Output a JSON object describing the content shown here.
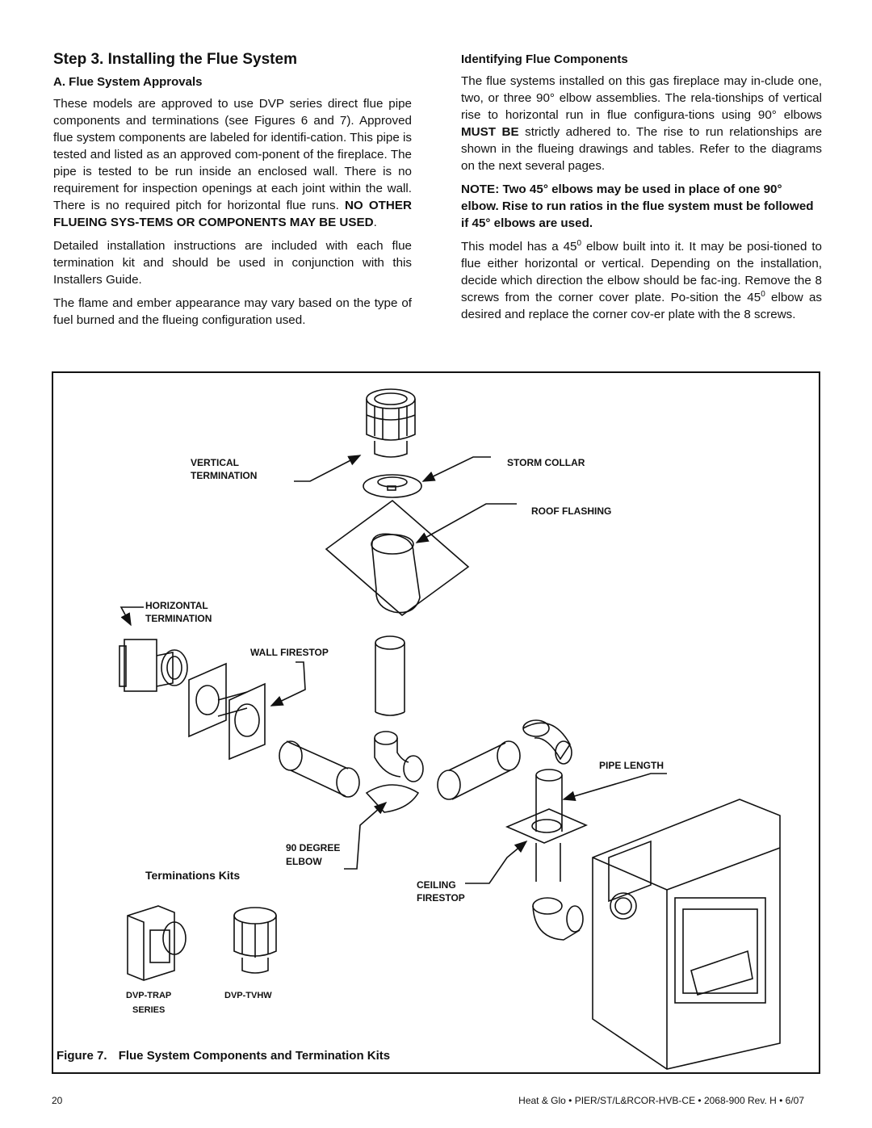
{
  "left_column": {
    "heading": "Step 3.  Installing the Flue System",
    "subheading": "A.  Flue System Approvals",
    "para1_text": "These models are approved to use DVP series direct flue pipe components and terminations (see Figures 6 and 7). Approved flue system components are labeled for identifi-cation. This pipe is tested and listed as an approved com-ponent of the fireplace. The pipe is tested to be run inside an enclosed wall. There is no requirement for inspection openings at each joint within the wall. There is no required pitch for horizontal flue runs. ",
    "para1_bold": "NO OTHER FLUEING SYS-TEMS OR COMPONENTS MAY BE USED",
    "para1_end": ".",
    "para2": "Detailed installation instructions are included with each flue termination kit and should be used in conjunction with this Installers Guide.",
    "para3": "The flame and ember appearance may vary based on the type of fuel burned and the flueing configuration used."
  },
  "right_column": {
    "heading": "Identifying Flue Components",
    "para1_a": "The flue systems installed on this gas fireplace may in-clude one, two, or three 90° elbow assemblies. The rela-tionships of vertical rise to horizontal run in flue configura-tions using 90° elbows ",
    "para1_bold": "MUST BE",
    "para1_b": " strictly adhered to. The rise to run relationships are shown in the flueing drawings and tables. Refer to the diagrams on the next several pages.",
    "note": "NOTE:  Two 45° elbows may be used in place of one 90° elbow. Rise to run ratios in the flue system must be followed if 45° elbows are used.",
    "para2_a": "This model has a 45",
    "para2_sup1": "0",
    "para2_b": " elbow built into it. It may be posi-tioned to flue either horizontal or vertical. Depending on the installation, decide which direction the elbow should be fac-ing. Remove the 8 screws from the corner cover plate. Po-sition the 45",
    "para2_sup2": "0",
    "para2_c": " elbow as desired and replace the corner cov-er plate with the 8 screws."
  },
  "figure": {
    "labels": {
      "vertical_termination_1": "VERTICAL",
      "vertical_termination_2": "TERMINATION",
      "storm_collar": "STORM COLLAR",
      "roof_flashing": "ROOF FLASHING",
      "horizontal_termination_1": "HORIZONTAL",
      "horizontal_termination_2": "TERMINATION",
      "wall_firestop": "WALL FIRESTOP",
      "pipe_length": "PIPE LENGTH",
      "degree_elbow_1": "90 DEGREE",
      "degree_elbow_2": "ELBOW",
      "terminations_kits": "Terminations Kits",
      "ceiling_firestop_1": "CEILING",
      "ceiling_firestop_2": "FIRESTOP",
      "dvp_trap_1": "DVP-TRAP",
      "dvp_trap_2": "SERIES",
      "dvp_tvhw": "DVP-TVHW"
    },
    "caption_number": "Figure 7.",
    "caption_text": "Flue System Components and Termination Kits"
  },
  "footer": {
    "page_number": "20",
    "reference": "Heat & Glo • PIER/ST/L&RCOR-HVB-CE • 2068-900  Rev. H • 6/07"
  }
}
